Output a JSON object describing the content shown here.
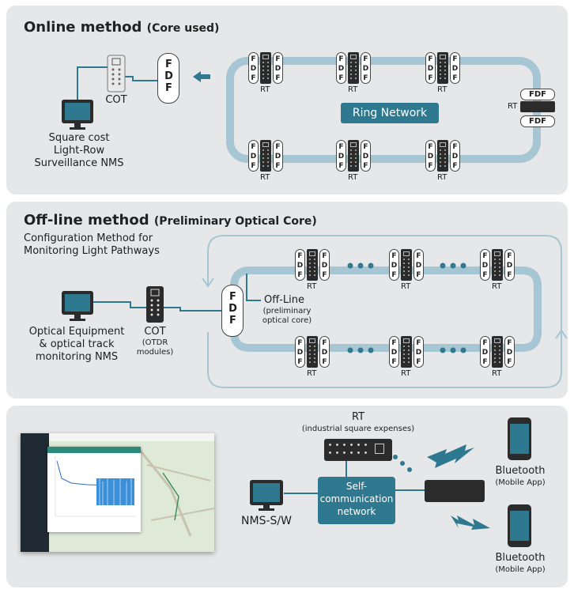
{
  "online": {
    "title": "Online method",
    "subtitle": "(Core used)",
    "cot_label": "COT",
    "nms_label_lines": [
      "Square cost",
      "Light-Row",
      "Surveillance NMS"
    ],
    "fdf_letters": "F D F",
    "ring_label": "Ring Network",
    "rt_label": "RT",
    "side_fdf_label": "FDF"
  },
  "offline": {
    "title": "Off-line method",
    "subtitle": "(Preliminary Optical Core)",
    "config_lines": [
      "Configuration Method for",
      "Monitoring Light Pathways"
    ],
    "nms_label_lines": [
      "Optical Equipment",
      "& optical track",
      "monitoring NMS"
    ],
    "cot_label": "COT",
    "cot_sub_lines": [
      "(OTDR",
      "modules)"
    ],
    "offline_label": "Off-Line",
    "offline_sub_lines": [
      "(preliminary",
      "optical core)"
    ],
    "rt_label": "RT",
    "fdf_letters": "F D F"
  },
  "wireless": {
    "rt_label": "RT",
    "rt_sub": "(industrial square expenses)",
    "self_net_lines": [
      "Self-",
      "communication",
      "network"
    ],
    "nms_label": "NMS-S/W",
    "bluetooth_label": "Bluetooth",
    "mobile_label": "(Mobile App)"
  },
  "colors": {
    "panel": "#e6e7e8",
    "ring": "#a7c6d3",
    "accent": "#2e7990",
    "device": "#2b2b2b"
  },
  "icons": [
    "monitor-icon",
    "cot-device-icon",
    "fdf-icon",
    "rt-device-icon",
    "arrow-left-icon",
    "wireless-signal-icon",
    "smartphone-icon"
  ]
}
